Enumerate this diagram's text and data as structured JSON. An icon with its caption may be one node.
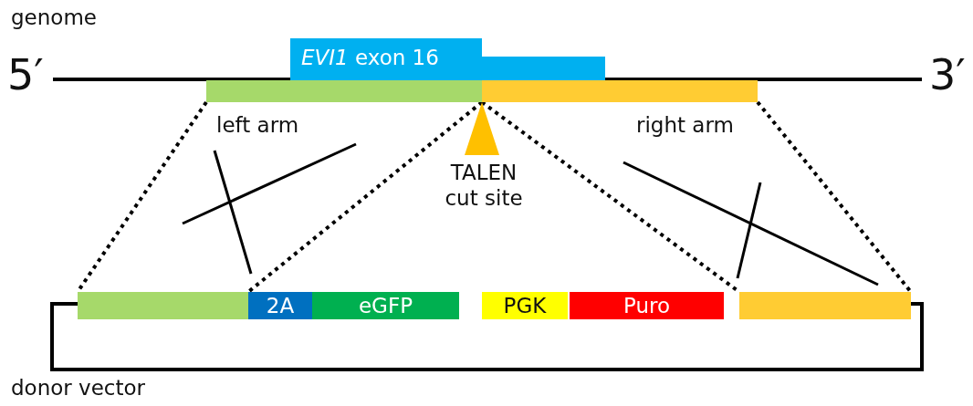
{
  "diagram": {
    "nodes": [
      {
        "text": [
          "*EVI1* exon 16"
        ]
      },
      {
        "text": [
          "left arm"
        ]
      },
      {
        "text": [
          "right arm"
        ]
      },
      {
        "text": [
          "TALEN cut site"
        ]
      },
      {
        "text": [],
        "shape": "bar"
      },
      {
        "text": [
          "2A"
        ]
      },
      {
        "text": [
          "eGFP"
        ]
      },
      {
        "text": [
          "PGK"
        ]
      },
      {
        "text": [
          "Puro"
        ]
      },
      {
        "text": [],
        "shape": "bar"
      }
    ],
    "edges": [
      {
        "from": 1,
        "to": 4,
        "arrow": "none",
        "style": "dashed"
      },
      {
        "from": 1,
        "to": 4,
        "arrow": "none",
        "style": "dashed"
      },
      {
        "from": 2,
        "to": 9,
        "arrow": "none",
        "style": "dashed"
      },
      {
        "from": 2,
        "to": 9,
        "arrow": "none",
        "style": "dashed"
      }
    ],
    "labels": [
      "genome",
      "5′",
      "3′",
      "donor vector"
    ]
  }
}
